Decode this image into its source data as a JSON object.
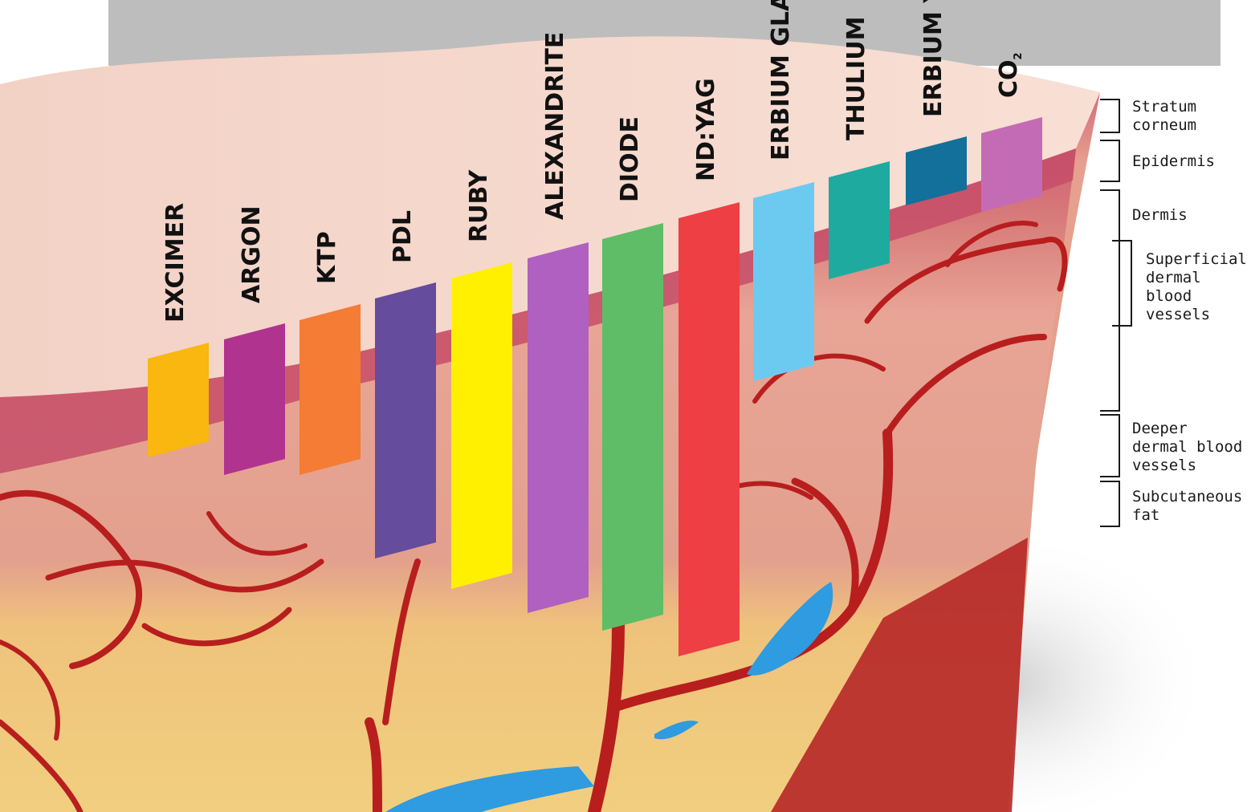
{
  "lasers": [
    {
      "name": "EXCIMER",
      "color": "#f9b70f"
    },
    {
      "name": "ARGON",
      "color": "#b0338f"
    },
    {
      "name": "KTP",
      "color": "#f47c34"
    },
    {
      "name": "PDL",
      "color": "#654c9c"
    },
    {
      "name": "RUBY",
      "color": "#fff000"
    },
    {
      "name": "ALEXANDRITE",
      "color": "#b060c0"
    },
    {
      "name": "DIODE",
      "color": "#5ebd66"
    },
    {
      "name": "ND:YAG",
      "color": "#ee3f44"
    },
    {
      "name": "ERBIUM GLASS",
      "color": "#6ccaf1"
    },
    {
      "name": "THULIUM",
      "color": "#1faaa0"
    },
    {
      "name": "ERBIUM YAG",
      "color": "#13709a"
    },
    {
      "name": "CO",
      "subscript": "2",
      "color": "#c46bb5"
    }
  ],
  "layers": [
    {
      "label": "Stratum\ncorneum"
    },
    {
      "label": "Epidermis"
    },
    {
      "label": "Dermis"
    },
    {
      "label": "Superficial\ndermal\nblood\nvessels"
    },
    {
      "label": "Deeper\ndermal blood\nvessels"
    },
    {
      "label": "Subcutaneous\nfat"
    }
  ],
  "colors": {
    "skin_surface": "#f6d8cc",
    "epidermis": "#c9556e",
    "dermis": "#e8a090",
    "fat": "#f0c878",
    "muscle": "#b32626",
    "vessel": "#b81e1e",
    "vein": "#2f9be0",
    "backdrop": "#bdbdbd"
  }
}
